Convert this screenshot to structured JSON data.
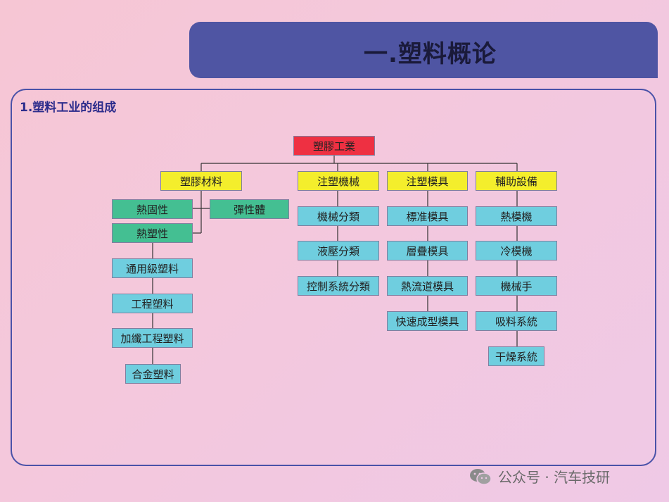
{
  "header": {
    "title": "一.塑料概论"
  },
  "section": {
    "title": "1.塑料工业的组成"
  },
  "diagram": {
    "root": "塑膠工業",
    "materials": {
      "label": "塑膠材料",
      "thermoset": "熱固性",
      "elastomer": "彈性體",
      "thermoplastic": "熱塑性",
      "items": [
        "通用級塑料",
        "工程塑料",
        "加纖工程塑料",
        "合金塑料"
      ]
    },
    "machines": {
      "label": "注塑機械",
      "items": [
        "機械分類",
        "液壓分類",
        "控制系統分類"
      ]
    },
    "molds": {
      "label": "注塑模具",
      "items": [
        "標准模具",
        "層疊模具",
        "熱流道模具",
        "快速成型模具"
      ]
    },
    "aux": {
      "label": "輔助設備",
      "items": [
        "熱模機",
        "冷模機",
        "機械手",
        "吸料系統",
        "干燥系統"
      ]
    }
  },
  "watermark": {
    "text": "公众号 · 汽车技研",
    "icon": "wechat-icon"
  },
  "colors": {
    "title_bar": "#4f55a3",
    "root": "#ee3042",
    "category": "#f4ee2c",
    "material_type": "#44bf92",
    "item": "#6fcedf"
  }
}
